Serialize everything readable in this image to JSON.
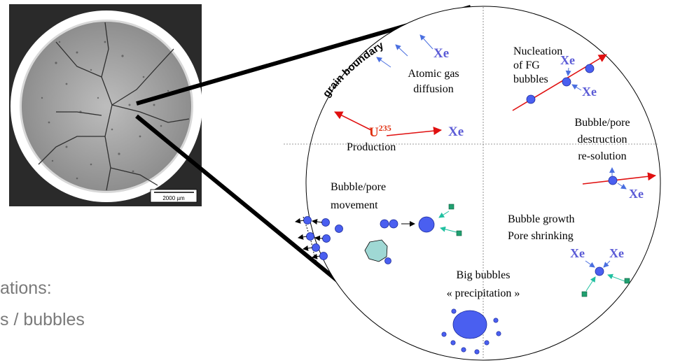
{
  "micrograph": {
    "scale_label": "2000 µm"
  },
  "slide_text": {
    "line1": "ations:",
    "line2": "s / bubbles"
  },
  "diagram": {
    "grain_boundary": "grain boundary",
    "atomic_gas": [
      "Atomic gas",
      "diffusion"
    ],
    "nucleation": [
      "Nucleation",
      "of FG",
      "bubbles"
    ],
    "production": {
      "u235_base": "U",
      "u235_sup": "235",
      "label": "Production"
    },
    "destruction": [
      "Bubble/pore",
      "destruction",
      "re-solution"
    ],
    "movement": [
      "Bubble/pore",
      "movement"
    ],
    "growth": [
      "Bubble growth",
      "Pore shrinking"
    ],
    "precipitation": [
      "Big bubbles",
      "« precipitation »"
    ],
    "xe": "Xe"
  },
  "colors": {
    "xe_text": "#5b5bd6",
    "bubble_fill": "#4a5ff0",
    "arrow_blue": "#4a6fe0",
    "arrow_red": "#e01010",
    "u235_red": "#e03010",
    "green_arrow": "#20c0a0",
    "green_square": "#20a070",
    "pore_fill": "#9fd8d4"
  }
}
